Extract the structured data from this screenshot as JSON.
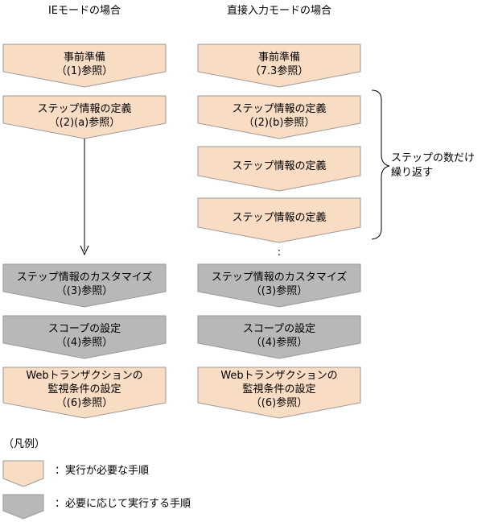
{
  "left_column": {
    "title": "IEモードの場合",
    "steps": [
      {
        "line1": "事前準備",
        "line2": "（(1)参照）",
        "type": "required"
      },
      {
        "line1": "ステップ情報の定義",
        "line2": "（(2)(a)参照）",
        "type": "required"
      },
      {
        "line1": "ステップ情報のカスタマイズ",
        "line2": "（(3)参照）",
        "type": "optional"
      },
      {
        "line1": "スコープの設定",
        "line2": "（(4)参照）",
        "type": "optional"
      },
      {
        "line1": "Webトランザクションの",
        "line2": "監視条件の設定",
        "line3": "（(6)参照）",
        "type": "required"
      }
    ]
  },
  "right_column": {
    "title": "直接入力モードの場合",
    "steps": [
      {
        "line1": "事前準備",
        "line2": "（7.3参照）",
        "type": "required"
      },
      {
        "line1": "ステップ情報の定義",
        "line2": "（(2)(b)参照）",
        "type": "required"
      },
      {
        "line1": "ステップ情報の定義",
        "type": "required"
      },
      {
        "line1": "ステップ情報の定義",
        "type": "required"
      },
      {
        "line1": "ステップ情報のカスタマイズ",
        "line2": "（(3)参照）",
        "type": "optional"
      },
      {
        "line1": "スコープの設定",
        "line2": "（(4)参照）",
        "type": "optional"
      },
      {
        "line1": "Webトランザクションの",
        "line2": "監視条件の設定",
        "line3": "（(6)参照）",
        "type": "required"
      }
    ],
    "ellipsis": ":",
    "repeat_note": {
      "line1": "ステップの数だけ",
      "line2": "繰り返す"
    }
  },
  "legend": {
    "title": "（凡例）",
    "required": "：実行が必要な手順",
    "optional": "：必要に応じて実行する手順"
  },
  "colors": {
    "required_fill": "#f9dcc4",
    "optional_fill": "#b8b8b8",
    "stroke": "#999999"
  }
}
